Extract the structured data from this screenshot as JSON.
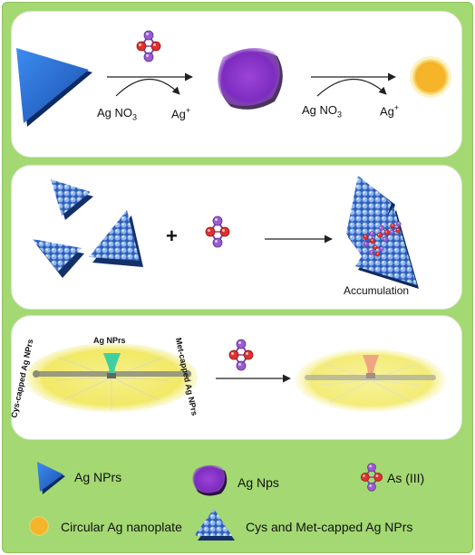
{
  "panel1": {
    "reagent1": "Ag NO",
    "reagent1_sub": "3",
    "product1": "Ag",
    "product1_sup": "+",
    "reagent2": "Ag NO",
    "reagent2_sub": "3",
    "product2": "Ag",
    "product2_sup": "+"
  },
  "panel2": {
    "plus": "+",
    "caption": "Accumulation"
  },
  "panel3": {
    "left_label": "Cys-capped Ag NPrs",
    "top_label": "Ag NPrs",
    "right_label": "Met-capped Ag NPrs"
  },
  "legend": {
    "items": [
      {
        "label": "Ag NPrs"
      },
      {
        "label": "Ag Nps"
      },
      {
        "label": "As (III)"
      },
      {
        "label": "Circular Ag nanoplate"
      },
      {
        "label": "Cys and Met-capped Ag NPrs"
      }
    ]
  },
  "colors": {
    "background": "#a3d873",
    "triangle": "#2a6fd0",
    "particle": "#8a35c9",
    "circle": "#f6b52e",
    "arsenic": "#9a5cd0",
    "oxygen": "#e03030",
    "strip_glow": "#f4ee7a"
  }
}
